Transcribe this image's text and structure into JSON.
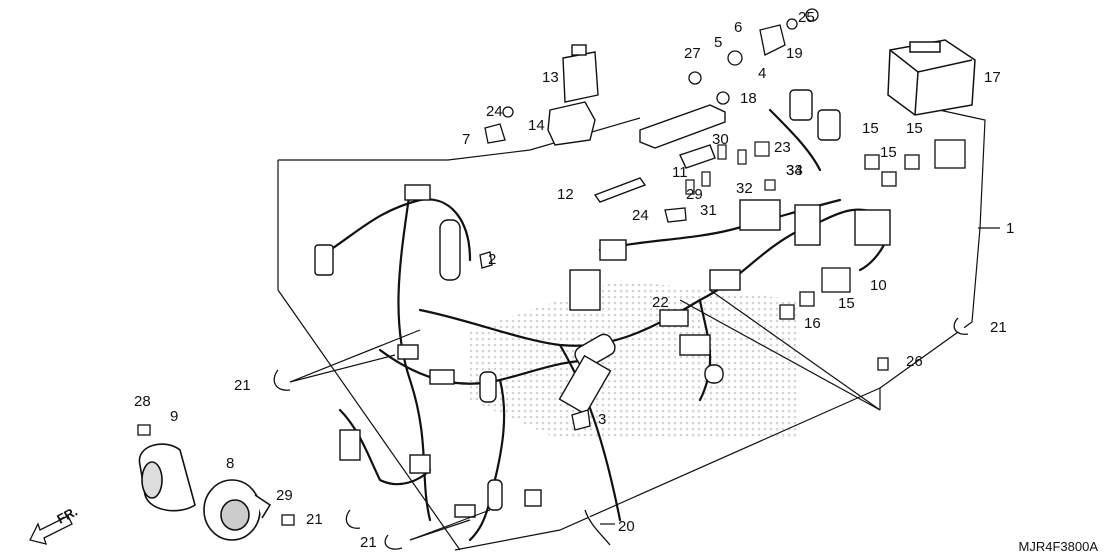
{
  "diagram": {
    "part_labels": [
      "1",
      "2",
      "3",
      "4",
      "5",
      "6",
      "7",
      "8",
      "9",
      "10",
      "11",
      "12",
      "13",
      "14",
      "15",
      "15",
      "15",
      "15",
      "16",
      "17",
      "18",
      "19",
      "20",
      "21",
      "21",
      "21",
      "21",
      "22",
      "23",
      "24",
      "24",
      "25",
      "26",
      "27",
      "28",
      "29",
      "29",
      "30",
      "31",
      "32",
      "33",
      "34"
    ],
    "direction_label": "FR.",
    "diagram_code": "MJR4F3800A",
    "colors": {
      "line": "#111111",
      "watermark": "#d6d6d6"
    }
  }
}
